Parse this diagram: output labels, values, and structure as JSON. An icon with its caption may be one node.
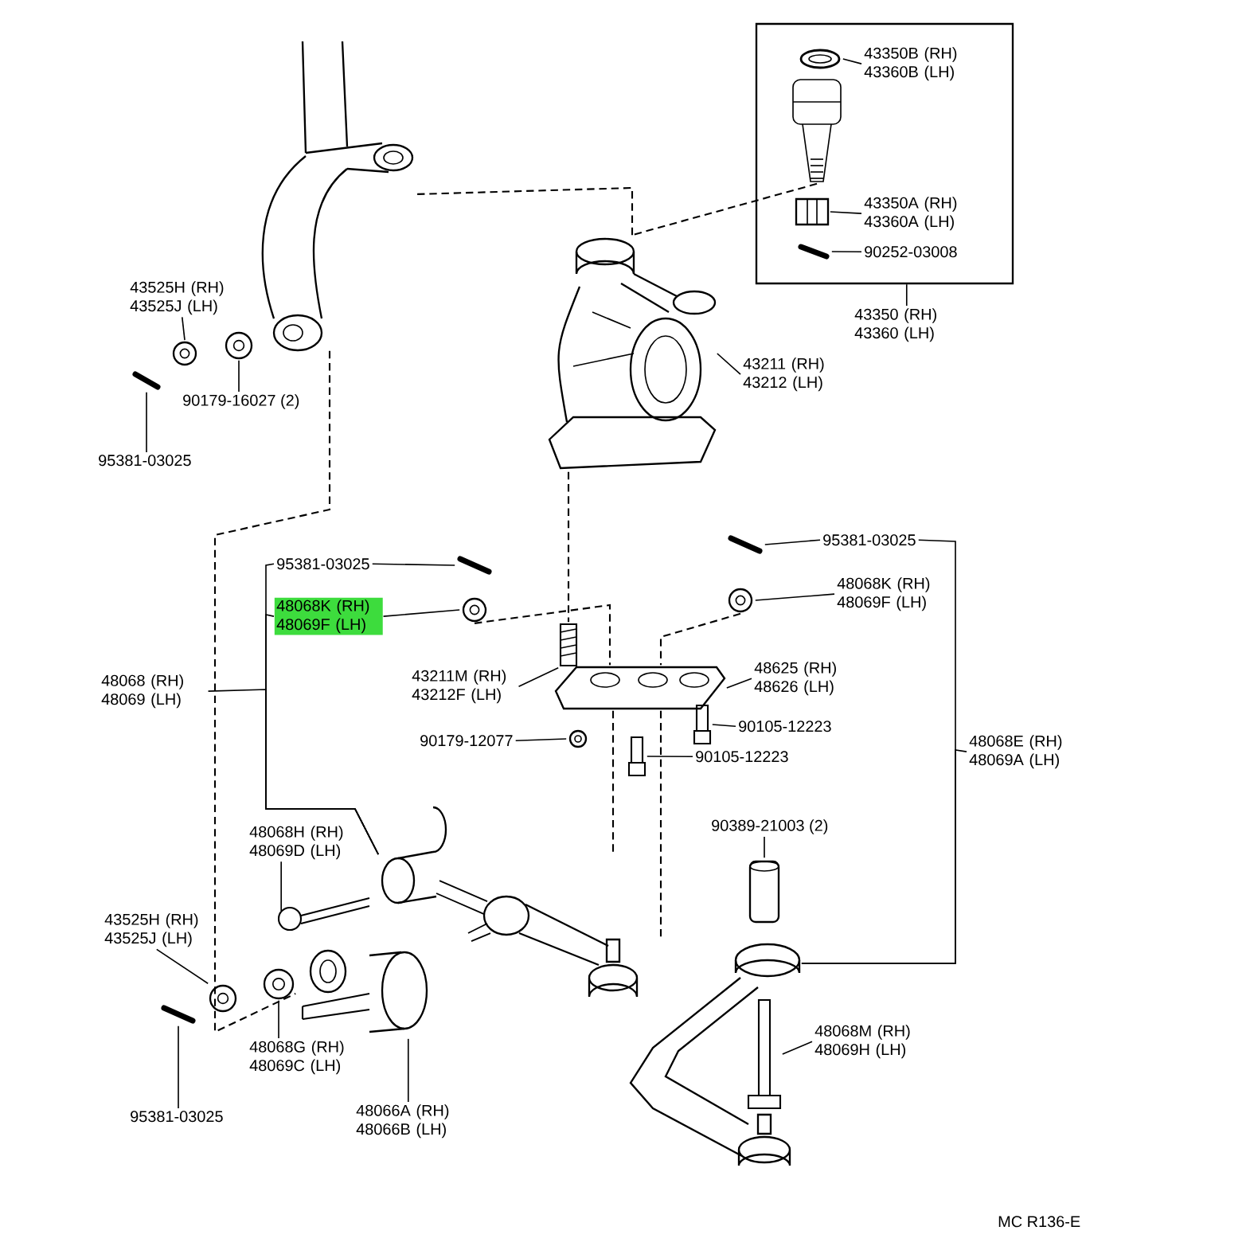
{
  "diagram": {
    "nodes": [
      {
        "text": [],
        "shape": "box"
      },
      {
        "text": [
          "43350B (RH) 43360B (LH)"
        ],
        "in": 0
      },
      {
        "text": [],
        "shape": "picture",
        "in": 0
      },
      {
        "text": [],
        "shape": "picture",
        "in": 0
      },
      {
        "text": [
          "43350A (RH) 43360A (LH)"
        ],
        "in": 0
      },
      {
        "text": [],
        "shape": "picture",
        "in": 0
      },
      {
        "text": [
          "90252-03008"
        ],
        "in": 0
      },
      {
        "text": [],
        "shape": "picture",
        "in": 0
      },
      {
        "text": [
          "43350 (RH) 43360 (LH)"
        ]
      },
      {
        "text": [],
        "shape": "picture"
      },
      {
        "text": [],
        "shape": "picture"
      },
      {
        "text": [
          "43211 (RH) 43212 (LH)"
        ]
      },
      {
        "text": [
          "43525H (RH) 43525J (LH)"
        ]
      },
      {
        "text": [],
        "shape": "picture"
      },
      {
        "text": [],
        "shape": "picture"
      },
      {
        "text": [
          "90179-16027 (2)"
        ]
      },
      {
        "text": [],
        "shape": "picture"
      },
      {
        "text": [
          "95381-03025"
        ]
      },
      {
        "text": [
          "95381-03025"
        ]
      },
      {
        "text": [],
        "shape": "picture"
      },
      {
        "text": [
          "48068K (RH) 48069F (LH)"
        ]
      },
      {
        "text": [],
        "shape": "picture"
      },
      {
        "text": [
          "48068 (RH) 48069 (LH)"
        ]
      },
      {
        "text": [
          "43211M (RH) 43212F (LH)"
        ]
      },
      {
        "text": [],
        "shape": "picture"
      },
      {
        "text": [
          "90179-12077"
        ]
      },
      {
        "text": [],
        "shape": "picture"
      },
      {
        "text": [],
        "shape": "picture"
      },
      {
        "text": [
          "48625 (RH) 48626 (LH)"
        ]
      },
      {
        "text": [],
        "shape": "picture"
      },
      {
        "text": [
          "90105-12223"
        ]
      },
      {
        "text": [],
        "shape": "picture"
      },
      {
        "text": [
          "90105-12223"
        ]
      },
      {
        "text": [],
        "shape": "picture"
      },
      {
        "text": [
          "95381-03025"
        ]
      },
      {
        "text": [],
        "shape": "picture"
      },
      {
        "text": [
          "48068K (RH) 48069F (LH)"
        ]
      },
      {
        "text": [
          "48068E (RH) 48069A (LH)"
        ]
      },
      {
        "text": [
          "48068H (RH) 48069D (LH)"
        ]
      },
      {
        "text": [],
        "shape": "picture"
      },
      {
        "text": [],
        "shape": "picture"
      },
      {
        "text": [
          "43525H (RH) 43525J (LH)"
        ]
      },
      {
        "text": [],
        "shape": "picture"
      },
      {
        "text": [],
        "shape": "picture"
      },
      {
        "text": [
          "95381-03025"
        ]
      },
      {
        "text": [],
        "shape": "picture"
      },
      {
        "text": [
          "48068G (RH) 48069C (LH)"
        ]
      },
      {
        "text": [],
        "shape": "picture"
      },
      {
        "text": [
          "48066A (RH) 48066B (LH)"
        ]
      },
      {
        "text": [
          "90389-21003 (2)"
        ]
      },
      {
        "text": [],
        "shape": "picture"
      },
      {
        "text": [],
        "shape": "picture"
      },
      {
        "text": [],
        "shape": "picture",
        "in": 51
      },
      {
        "text": [
          "48068M (RH) 48069H (LH)"
        ]
      }
    ],
    "edges": [
      {
        "from": 1,
        "to": 2,
        "arrow": "none"
      },
      {
        "from": 4,
        "to": 5,
        "arrow": "none"
      },
      {
        "from": 6,
        "to": 7,
        "arrow": "none"
      },
      {
        "from": 8,
        "to": 0,
        "arrow": "none"
      },
      {
        "from": 11,
        "to": 10,
        "arrow": "none"
      },
      {
        "from": 12,
        "to": 13,
        "arrow": "none"
      },
      {
        "from": 15,
        "to": 14,
        "arrow": "none"
      },
      {
        "from": 17,
        "to": 16,
        "arrow": "none"
      },
      {
        "from": 18,
        "to": 19,
        "arrow": "none"
      },
      {
        "from": 20,
        "to": 21,
        "arrow": "none"
      },
      {
        "from": 22,
        "to": 40,
        "arrow": "none"
      },
      {
        "from": 23,
        "to": 24,
        "arrow": "none"
      },
      {
        "from": 25,
        "to": 26,
        "arrow": "none"
      },
      {
        "from": 28,
        "to": 27,
        "arrow": "none"
      },
      {
        "from": 30,
        "to": 29,
        "arrow": "none"
      },
      {
        "from": 32,
        "to": 31,
        "arrow": "none"
      },
      {
        "from": 34,
        "to": 33,
        "arrow": "none"
      },
      {
        "from": 36,
        "to": 35,
        "arrow": "none"
      },
      {
        "from": 37,
        "to": 51,
        "arrow": "none"
      },
      {
        "from": 38,
        "to": 39,
        "arrow": "none"
      },
      {
        "from": 41,
        "to": 42,
        "arrow": "none"
      },
      {
        "from": 44,
        "to": 43,
        "arrow": "none"
      },
      {
        "from": 46,
        "to": 45,
        "arrow": "none"
      },
      {
        "from": 48,
        "to": 47,
        "arrow": "none"
      },
      {
        "from": 49,
        "to": 50,
        "arrow": "none"
      },
      {
        "from": 53,
        "to": 52,
        "arrow": "none"
      },
      {
        "from": 3,
        "to": 10,
        "arrow": "none",
        "style": "dashed"
      },
      {
        "from": 10,
        "to": 9,
        "arrow": "none",
        "style": "dashed"
      },
      {
        "from": 9,
        "to": 47,
        "arrow": "none",
        "style": "dashed"
      },
      {
        "from": 10,
        "to": 24,
        "arrow": "none",
        "style": "dashed"
      },
      {
        "from": 21,
        "to": 27,
        "arrow": "none",
        "style": "dashed"
      },
      {
        "from": 35,
        "to": 27,
        "arrow": "none",
        "style": "dashed"
      },
      {
        "from": 27,
        "to": 40,
        "arrow": "none",
        "style": "dashed"
      },
      {
        "from": 27,
        "to": 51,
        "arrow": "none",
        "style": "dashed"
      },
      {
        "from": 18,
        "to": 40,
        "arrow": "none"
      },
      {
        "from": 20,
        "to": 40,
        "arrow": "none"
      },
      {
        "from": 34,
        "to": 51,
        "arrow": "none"
      }
    ],
    "labels": [
      "MC R136-E"
    ]
  }
}
